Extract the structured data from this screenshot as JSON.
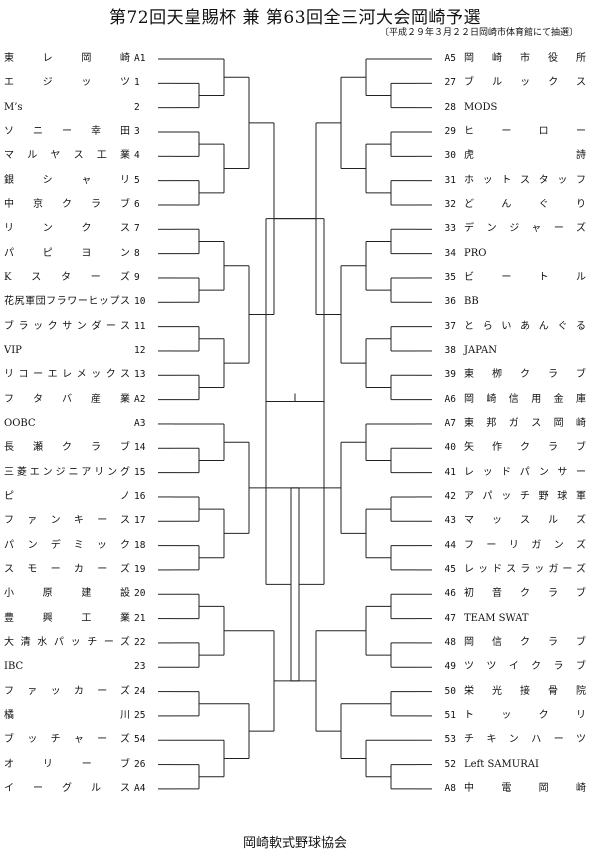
{
  "header": {
    "title": "第72回天皇賜杯 兼 第63回全三河大会岡崎予選",
    "subtitle": "〔平成２９年３月２２日岡崎市体育館にて抽選〕"
  },
  "left_teams": [
    {
      "seed": "A1",
      "name": "東レ岡崎"
    },
    {
      "seed": "1",
      "name": "エジッツ"
    },
    {
      "seed": "2",
      "name": "M’s"
    },
    {
      "seed": "3",
      "name": "ソニー幸田"
    },
    {
      "seed": "4",
      "name": "マルヤス工業"
    },
    {
      "seed": "5",
      "name": "銀シャリ"
    },
    {
      "seed": "6",
      "name": "中京クラブ"
    },
    {
      "seed": "7",
      "name": "リンクス"
    },
    {
      "seed": "8",
      "name": "パピヨン"
    },
    {
      "seed": "9",
      "name": "Kスターズ"
    },
    {
      "seed": "10",
      "name": "花尻軍団フラワーヒップス"
    },
    {
      "seed": "11",
      "name": "ブラックサンダース"
    },
    {
      "seed": "12",
      "name": "VIP"
    },
    {
      "seed": "13",
      "name": "リコーエレメックス"
    },
    {
      "seed": "A2",
      "name": "フタバ産業"
    },
    {
      "seed": "A3",
      "name": "OOBC"
    },
    {
      "seed": "14",
      "name": "長瀬クラブ"
    },
    {
      "seed": "15",
      "name": "三菱エンジニアリング"
    },
    {
      "seed": "16",
      "name": "ピノ"
    },
    {
      "seed": "17",
      "name": "ファンキース"
    },
    {
      "seed": "18",
      "name": "パンデミック"
    },
    {
      "seed": "19",
      "name": "スモーカーズ"
    },
    {
      "seed": "20",
      "name": "小原建設"
    },
    {
      "seed": "21",
      "name": "豊興工業"
    },
    {
      "seed": "22",
      "name": "大清水パッチーズ"
    },
    {
      "seed": "23",
      "name": "IBC"
    },
    {
      "seed": "24",
      "name": "ファッカーズ"
    },
    {
      "seed": "25",
      "name": "橘川"
    },
    {
      "seed": "54",
      "name": "ブッチャーズ"
    },
    {
      "seed": "26",
      "name": "オリーブ"
    },
    {
      "seed": "A4",
      "name": "イーグルス"
    }
  ],
  "right_teams": [
    {
      "seed": "A5",
      "name": "岡崎市役所"
    },
    {
      "seed": "27",
      "name": "ブルックス"
    },
    {
      "seed": "28",
      "name": "MODS"
    },
    {
      "seed": "29",
      "name": "ヒーロー"
    },
    {
      "seed": "30",
      "name": "虎詩"
    },
    {
      "seed": "31",
      "name": "ホットスタッフ"
    },
    {
      "seed": "32",
      "name": "どんぐり"
    },
    {
      "seed": "33",
      "name": "デンジャーズ"
    },
    {
      "seed": "34",
      "name": "PRO"
    },
    {
      "seed": "35",
      "name": "ビートル"
    },
    {
      "seed": "36",
      "name": "BB"
    },
    {
      "seed": "37",
      "name": "とらいあんぐる"
    },
    {
      "seed": "38",
      "name": "JAPAN"
    },
    {
      "seed": "39",
      "name": "東栁クラブ"
    },
    {
      "seed": "A6",
      "name": "岡崎信用金庫"
    },
    {
      "seed": "A7",
      "name": "東邦ガス岡崎"
    },
    {
      "seed": "40",
      "name": "矢作クラブ"
    },
    {
      "seed": "41",
      "name": "レッドパンサー"
    },
    {
      "seed": "42",
      "name": "アパッチ野球軍"
    },
    {
      "seed": "43",
      "name": "マッスルズ"
    },
    {
      "seed": "44",
      "name": "フーリガンズ"
    },
    {
      "seed": "45",
      "name": "レッドスラッガーズ"
    },
    {
      "seed": "46",
      "name": "初音クラブ"
    },
    {
      "seed": "47",
      "name": "TEAM SWAT"
    },
    {
      "seed": "48",
      "name": "岡信クラブ"
    },
    {
      "seed": "49",
      "name": "ツツイクラブ"
    },
    {
      "seed": "50",
      "name": "栄光接骨院"
    },
    {
      "seed": "51",
      "name": "トックリ"
    },
    {
      "seed": "53",
      "name": "チキンハーツ"
    },
    {
      "seed": "52",
      "name": "Left SAMURAI"
    },
    {
      "seed": "A8",
      "name": "中電岡崎"
    }
  ],
  "footer": {
    "organizer": "岡崎軟式野球協会"
  }
}
